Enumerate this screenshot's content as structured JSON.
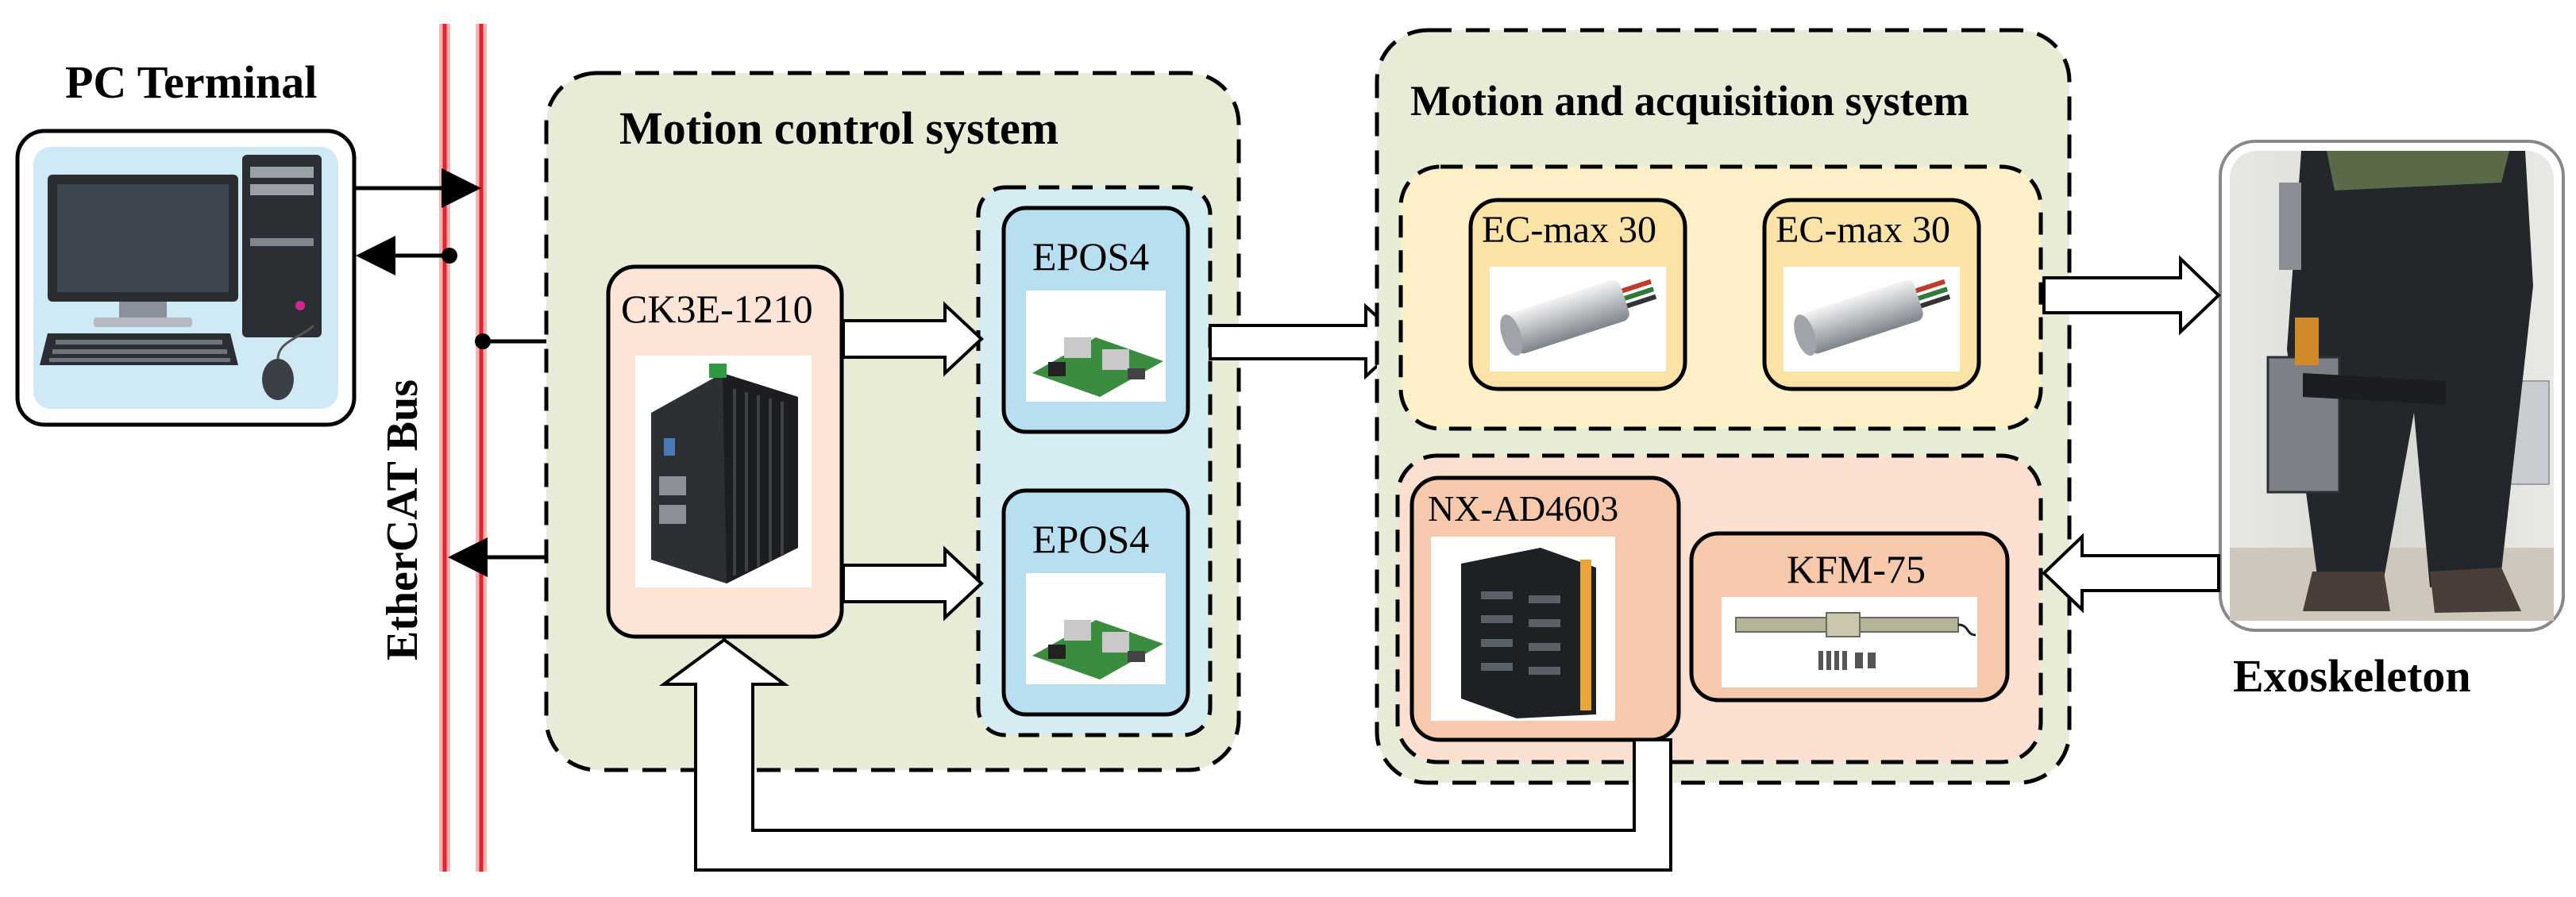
{
  "labels": {
    "pc_terminal": "PC Terminal",
    "ethercat_bus": "EtherCAT Bus",
    "motion_control_system": "Motion control system",
    "motion_acquisition_system": "Motion and acquisition system",
    "exoskeleton": "Exoskeleton"
  },
  "modules": {
    "controller": "CK3E-1210",
    "driver_1": "EPOS4",
    "driver_2": "EPOS4",
    "motor_1": "EC-max 30",
    "motor_2": "EC-max 30",
    "acquisition": "NX-AD4603",
    "sensor": "KFM-75"
  },
  "colors": {
    "group_fill": "#e6ecd6",
    "controller_fill": "#fce4d6",
    "driver_group_fill": "#d6ecf3",
    "driver_fill": "#b8dff0",
    "motor_group_fill": "#fdefc8",
    "motor_fill": "#fbe3a8",
    "sensor_group_fill": "#fbe0d2",
    "sensor_fill": "#f6c9ad",
    "bus_line": "#e8202a",
    "pc_fill": "#cfeaf5"
  }
}
